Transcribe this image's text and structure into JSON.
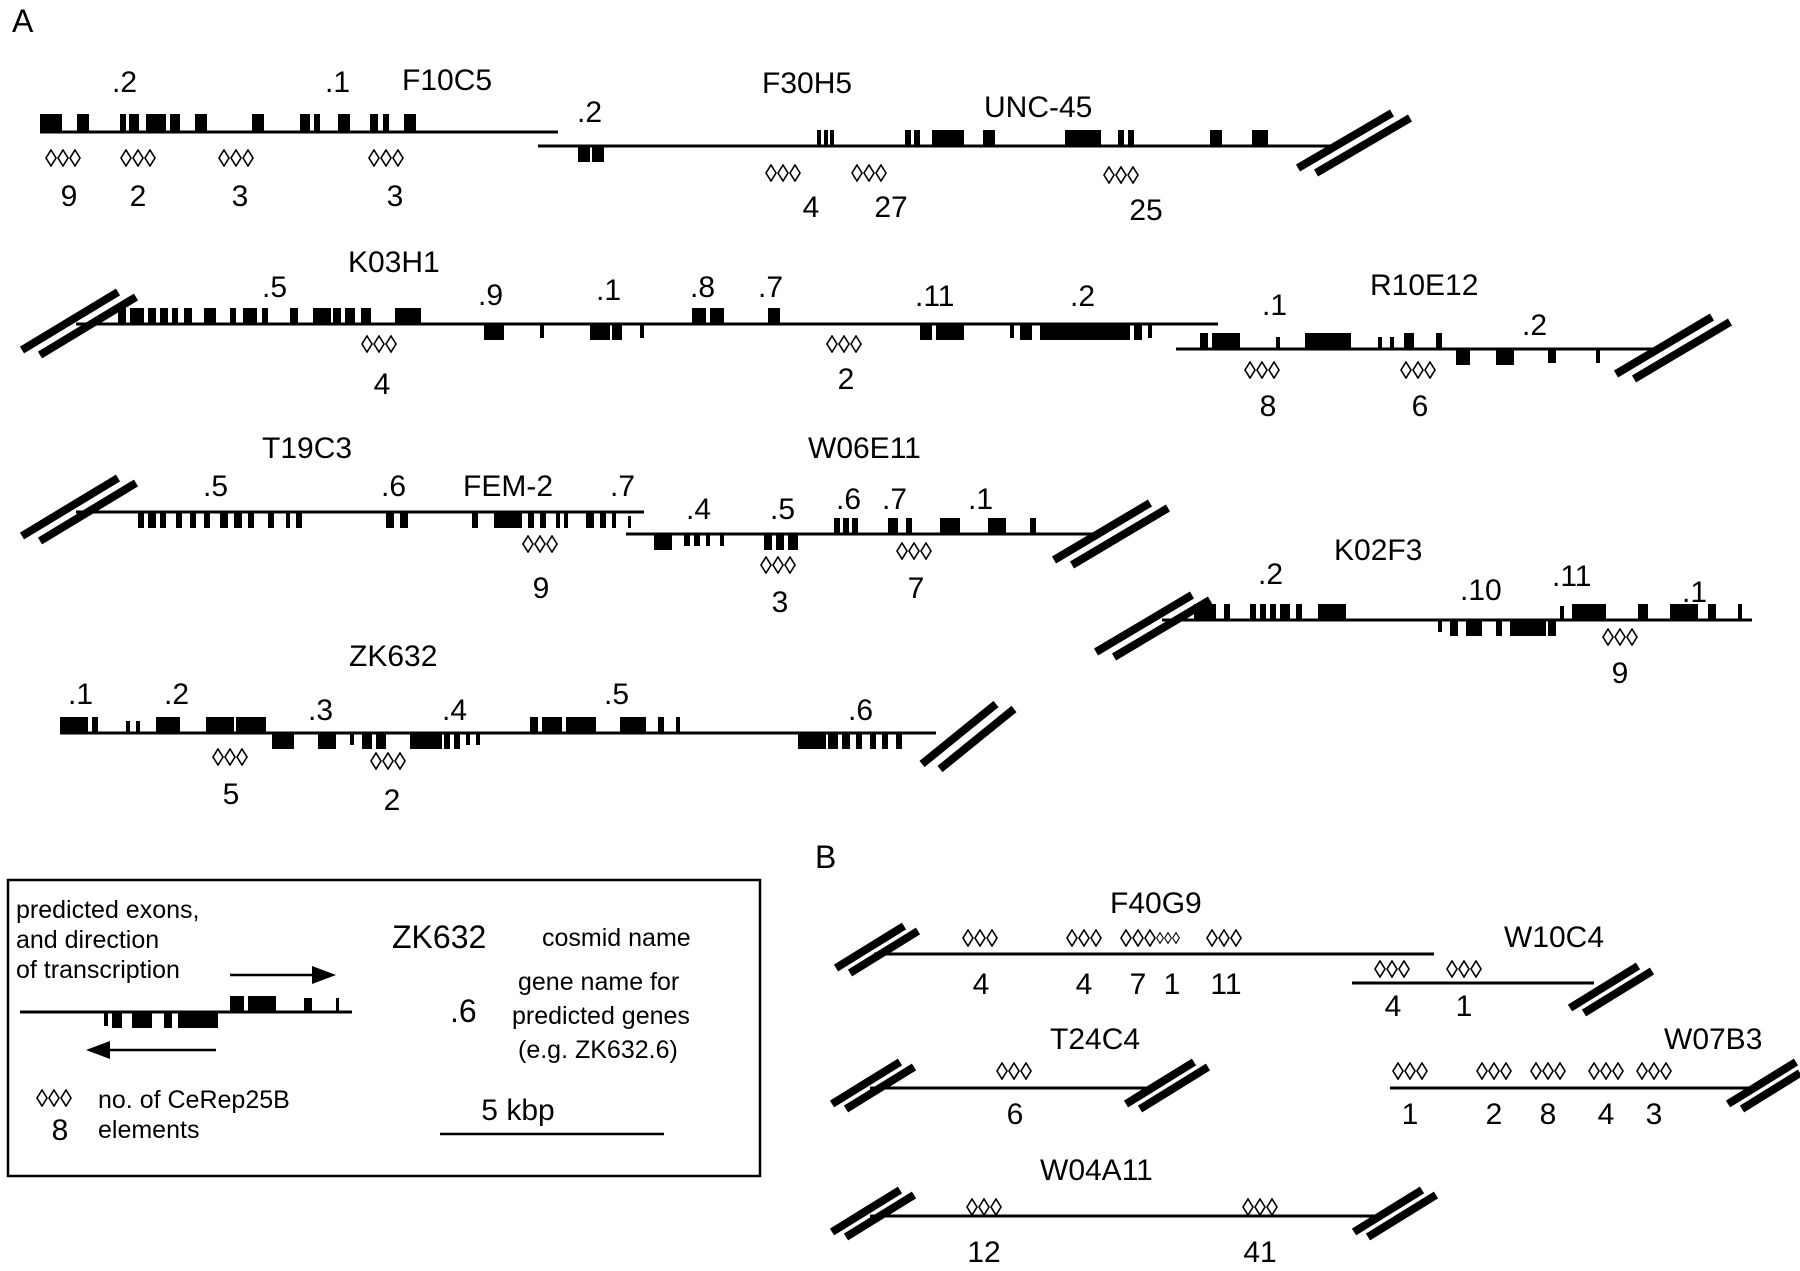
{
  "panels": {
    "a": {
      "label": "A"
    },
    "b": {
      "label": "B"
    }
  },
  "cosmids_a": [
    {
      "name": "F10C5",
      "genes": [
        ".2",
        ".1"
      ],
      "counts": [
        "9",
        "2",
        "3",
        "3"
      ]
    },
    {
      "name": "F30H5",
      "genes": [
        ".2"
      ],
      "counts": [
        "4",
        "27",
        "25"
      ],
      "extra_labels": [
        "UNC-45"
      ]
    },
    {
      "name": "K03H1",
      "genes": [
        ".5",
        ".9",
        ".1",
        ".8",
        ".7",
        ".11",
        ".2"
      ],
      "counts": [
        "4",
        "2"
      ]
    },
    {
      "name": "R10E12",
      "genes": [
        ".1",
        ".2"
      ],
      "counts": [
        "8",
        "6"
      ]
    },
    {
      "name": "T19C3",
      "genes": [
        ".5",
        ".6",
        ".7"
      ],
      "counts": [
        "9"
      ],
      "extra_labels": [
        "FEM-2"
      ]
    },
    {
      "name": "W06E11",
      "genes": [
        ".4",
        ".5",
        ".6",
        ".7",
        ".1"
      ],
      "counts": [
        "3",
        "7"
      ]
    },
    {
      "name": "K02F3",
      "genes": [
        ".2",
        ".10",
        ".11",
        ".1"
      ],
      "counts": [
        "9"
      ]
    },
    {
      "name": "ZK632",
      "genes": [
        ".1",
        ".2",
        ".3",
        ".4",
        ".5",
        ".6"
      ],
      "counts": [
        "5",
        "2"
      ]
    }
  ],
  "cosmids_b": [
    {
      "name": "F40G9",
      "counts": [
        "4",
        "4",
        "7",
        "1",
        "11"
      ]
    },
    {
      "name": "W10C4",
      "counts": [
        "4",
        "1"
      ]
    },
    {
      "name": "T24C4",
      "counts": [
        "6"
      ]
    },
    {
      "name": "W07B3",
      "counts": [
        "1",
        "2",
        "8",
        "4",
        "3"
      ]
    },
    {
      "name": "W04A11",
      "counts": [
        "12",
        "41"
      ]
    }
  ],
  "legend": {
    "exons_line1": "predicted exons,",
    "exons_line2": "and direction",
    "exons_line3": "of transcription",
    "cosmid_example": "ZK632",
    "cosmid_desc": "cosmid name",
    "gene_example": ".6",
    "gene_line1": "gene name for",
    "gene_line2": "predicted genes",
    "gene_line3": "(e.g. ZK632.6)",
    "elements_count": "8",
    "elements_line1": "no. of CeRep25B",
    "elements_line2": "elements",
    "scale_label": "5 kbp"
  }
}
